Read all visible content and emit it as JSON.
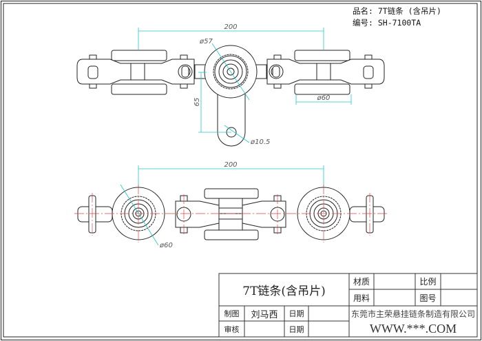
{
  "header": {
    "product_name": "品名: 7T链条 (含吊片)",
    "product_code": "编号: SH-7100TA"
  },
  "top_view": {
    "dim_pitch": "200",
    "dim_roller_dia": "ø57",
    "dim_wheel_dia": "ø60",
    "dim_hanger_height": "65",
    "dim_hole_dia": "ø10.5"
  },
  "side_view": {
    "dim_pitch": "200",
    "dim_wheel_dia": "ø60"
  },
  "title_block": {
    "title": "7T链条(含吊片)",
    "material_label": "材质",
    "material_value": "",
    "stock_label": "用料",
    "stock_value": "",
    "scale_label": "比例",
    "scale_value": "",
    "drawing_no_label": "图号",
    "drawing_no_value": "",
    "drawn_label": "制图",
    "drawn_by": "刘马西",
    "date_label_1": "日期",
    "date_value_1": "",
    "checked_label": "审核",
    "checked_by": "",
    "date_label_2": "日期",
    "date_value_2": "",
    "company": "东莞市主荣悬挂链条制造有限公司",
    "watermark": "WWW.***.COM"
  }
}
